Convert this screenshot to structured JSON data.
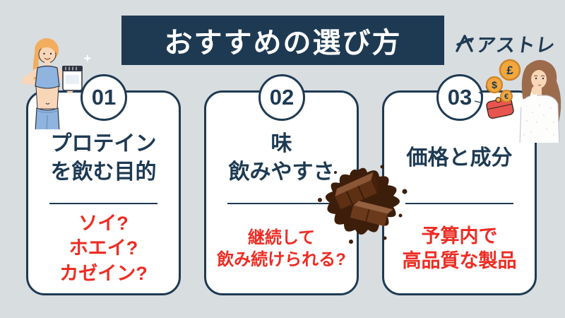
{
  "header": {
    "title": "おすすめの選び方"
  },
  "logo": {
    "text": "アストレ"
  },
  "cards": [
    {
      "number": "01",
      "title_lines": [
        "プロテイン",
        "を飲む目的"
      ],
      "details": [
        "ソイ?",
        "ホエイ?",
        "カゼイン?"
      ]
    },
    {
      "number": "02",
      "title_lines": [
        "味",
        "飲みやすさ"
      ],
      "details": [
        "継続して",
        "飲み続けられる?"
      ]
    },
    {
      "number": "03",
      "title_lines": [
        "価格と成分"
      ],
      "details": [
        "予算内で",
        "高品質な製品"
      ]
    }
  ],
  "coins": {
    "pound": "£",
    "dollar": "$",
    "euro": "€"
  },
  "colors": {
    "background": "#d8dde0",
    "navy": "#1e3a53",
    "red": "#ee2c23",
    "card_bg": "#ffffff",
    "accent_orange": "#f2a73e",
    "outfit_blue": "#8fb4e0"
  }
}
